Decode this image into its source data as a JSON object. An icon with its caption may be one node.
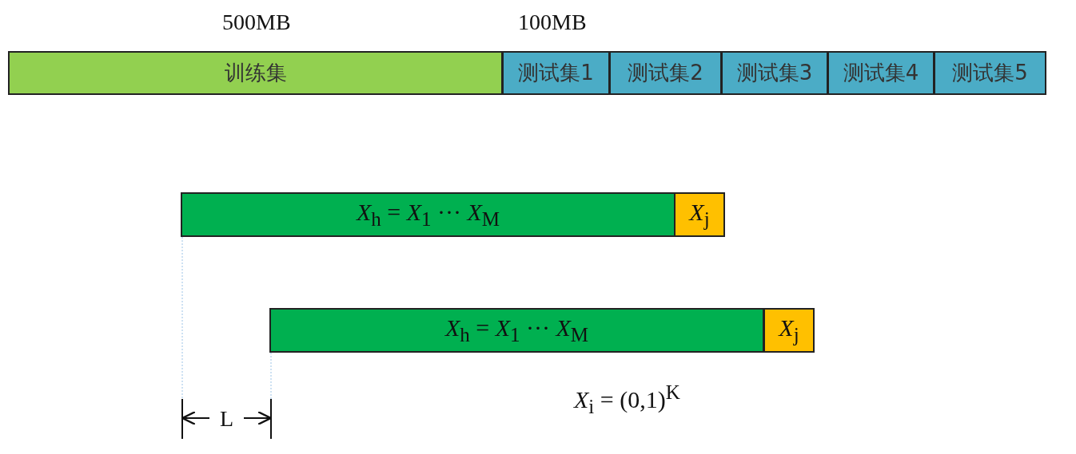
{
  "diagram": {
    "nodes": [
      {
        "text": [
          "训练集"
        ]
      },
      {
        "text": [
          "测试集1"
        ]
      },
      {
        "text": [
          "测试集2"
        ]
      },
      {
        "text": [
          "测试集3"
        ]
      },
      {
        "text": [
          "测试集4"
        ]
      },
      {
        "text": [
          "测试集5"
        ]
      },
      {
        "text": [
          "*X*$_{h}$ = *X*$_{1}$ ··· *X*$_{M}$"
        ]
      },
      {
        "text": [
          "*X*$_{j}$"
        ]
      },
      {
        "text": [
          "*X*$_{h}$ = *X*$_{1}$ ··· *X*$_{M}$"
        ]
      },
      {
        "text": [
          "*X*$_{j}$"
        ]
      }
    ],
    "labels": [
      "500MB",
      "100MB",
      "*X*$_{i}$ = (0,1)$^{K}$",
      "L"
    ]
  }
}
